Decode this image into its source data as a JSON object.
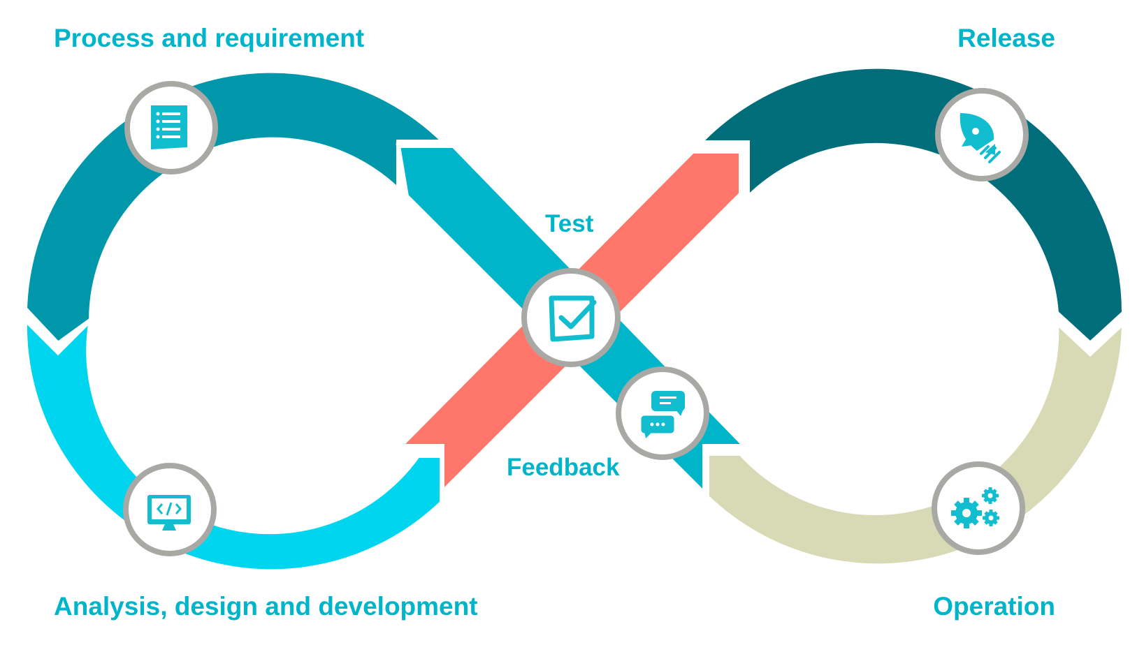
{
  "labels": {
    "process": "Process and requirement",
    "release": "Release",
    "analysis": "Analysis, design and development",
    "operation": "Operation",
    "test": "Test",
    "feedback": "Feedback"
  },
  "icons": {
    "process": "document-list-icon",
    "analysis": "monitor-code-icon",
    "test": "checkbox-icon",
    "feedback": "chat-bubbles-icon",
    "release": "rocket-icon",
    "operation": "gears-icon"
  },
  "colors": {
    "process_segment": "#0097ab",
    "analysis_segment": "#00d5ef",
    "test_band": "#00b5c9",
    "feedback_band": "#ff766a",
    "release_segment": "#006d7a",
    "operation_segment": "#d8d9b5",
    "icon": "#12bdd0",
    "ring": "#a8a9a4",
    "text": "#00b5c9"
  }
}
